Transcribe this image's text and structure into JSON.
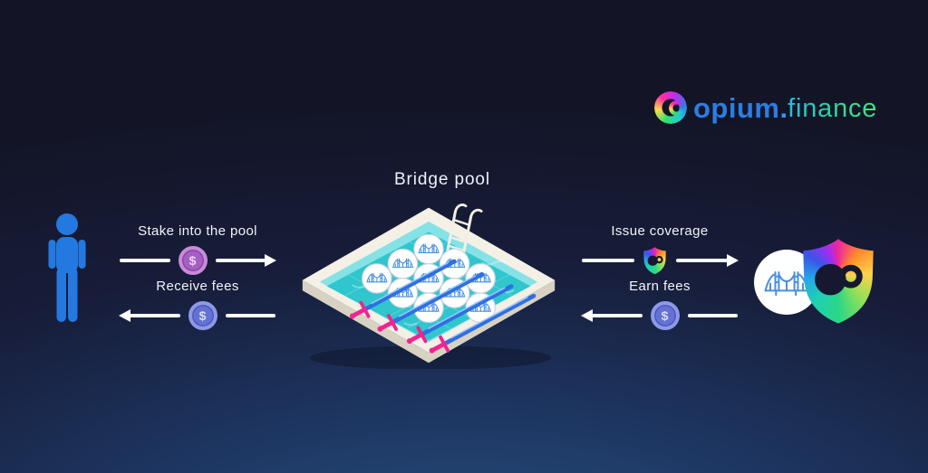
{
  "brand": {
    "word": "opium",
    "dot": ".",
    "tld": "finance"
  },
  "diagram": {
    "title": "Bridge pool",
    "flows": {
      "stake": {
        "label": "Stake into the pool",
        "direction": "right",
        "token": "dollar-coin-purple"
      },
      "receive": {
        "label": "Receive fees",
        "direction": "left",
        "token": "dollar-coin-indigo"
      },
      "issue": {
        "label": "Issue coverage",
        "direction": "right",
        "token": "coverage-shield"
      },
      "earn": {
        "label": "Earn fees",
        "direction": "left",
        "token": "dollar-coin-indigo"
      }
    },
    "tokens": {
      "dollar_symbol": "$"
    },
    "pool": {
      "token_count": 10,
      "token_icon": "suspension-bridge",
      "props": [
        "ladder",
        "swords"
      ]
    },
    "coverage_badge": {
      "icons": [
        "suspension-bridge-circle",
        "opium-shield"
      ]
    }
  },
  "colors": {
    "background_top": "#131527",
    "background_bottom": "#27507f",
    "person_blue": "#2479e0",
    "arrow_white": "#ffffff",
    "coin_purple": "#a55fc2",
    "coin_indigo": "#6472d6",
    "water_teal": "#2fc6cd",
    "deck_white": "#f4f0e6",
    "brand_blue": "#2b7de3",
    "brand_green": "#4ade80",
    "sword_pink": "#f0248f",
    "sword_blue": "#2f6fe0",
    "bridge_blue": "#4a90e0",
    "glyph_dark": "#161830"
  }
}
